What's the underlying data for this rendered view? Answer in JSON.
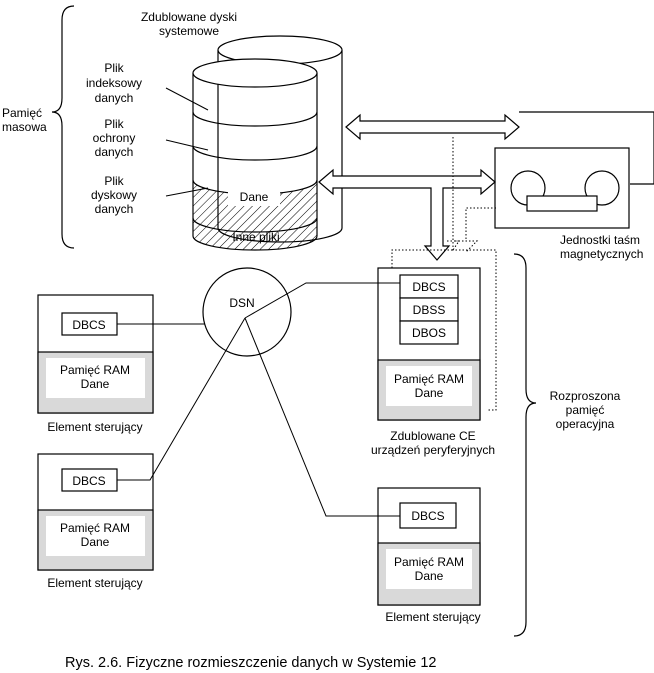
{
  "labels": {
    "zdublowane_dyski_1": "Zdublowane dyski",
    "zdublowane_dyski_2": "systemowe",
    "pamiec_masowa_1": "Pamięć",
    "pamiec_masowa_2": "masowa",
    "plik_indeksowy_1": "Plik",
    "plik_indeksowy_2": "indeksowy",
    "plik_indeksowy_3": "danych",
    "plik_ochrony_1": "Plik",
    "plik_ochrony_2": "ochrony",
    "plik_ochrony_3": "danych",
    "plik_dyskowy_1": "Plik",
    "plik_dyskowy_2": "dyskowy",
    "plik_dyskowy_3": "danych",
    "dane": "Dane",
    "inne_pliki": "Inne pliki",
    "jednostki_1": "Jednostki taśm",
    "jednostki_2": "magnetycznych",
    "dsn": "DSN",
    "dbcs": "DBCS",
    "dbss": "DBSS",
    "dbos": "DBOS",
    "ram_1": "Pamięć RAM",
    "ram_2": "Dane",
    "element_sterujacy": "Element sterujący",
    "zdublowane_ce_1": "Zdublowane CE",
    "zdublowane_ce_2": "urządzeń peryferyjnych",
    "rozproszona_1": "Rozproszona",
    "rozproszona_2": "pamięć",
    "rozproszona_3": "operacyjna"
  },
  "caption": "Rys. 2.6. Fizyczne rozmieszczenie danych w Systemie 12"
}
